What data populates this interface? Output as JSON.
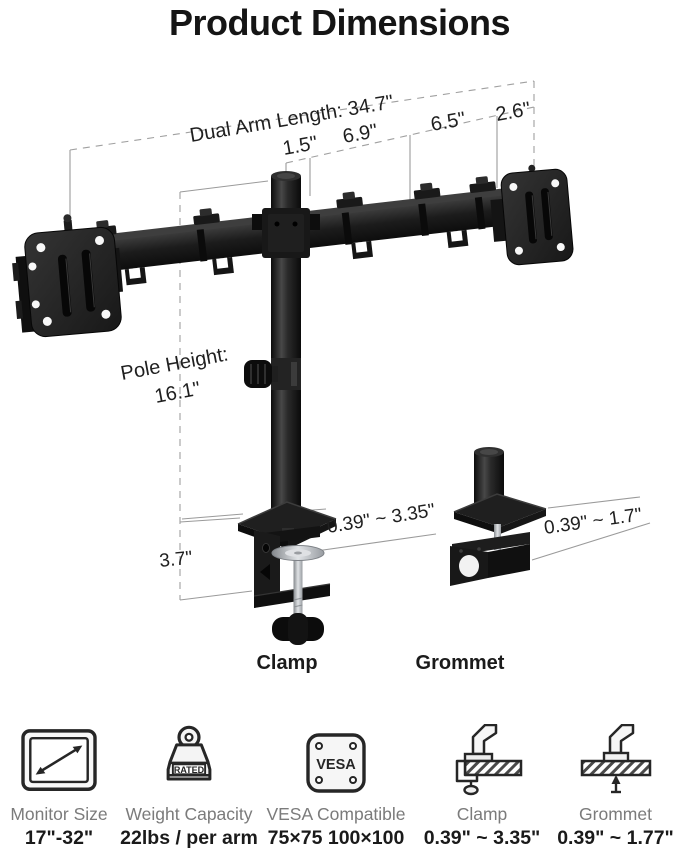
{
  "title": "Product Dimensions",
  "diagram": {
    "dual_arm_length_label": "Dual Arm Length: 34.7\"",
    "arm_segments": {
      "s1": "1.5\"",
      "s2": "6.9\"",
      "s3": "6.5\"",
      "s4": "2.6\""
    },
    "pole_height_label_line1": "Pole Height:",
    "pole_height_label_line2": "16.1\"",
    "clamp_depth_label": "3.7\"",
    "clamp_thickness_range": "0.39\" ~ 3.35\"",
    "grommet_thickness_range": "0.39\" ~ 1.7\"",
    "clamp_caption": "Clamp",
    "grommet_caption": "Grommet"
  },
  "features": [
    {
      "name": "monitor-size",
      "label": "Monitor Size",
      "value": "17\"-32\""
    },
    {
      "name": "weight-capacity",
      "label": "Weight Capacity",
      "value": "22lbs / per arm",
      "icon_text": "RATED"
    },
    {
      "name": "vesa-compatible",
      "label": "VESA Compatible",
      "value": "75×75 100×100",
      "icon_text": "VESA"
    },
    {
      "name": "clamp",
      "label": "Clamp",
      "value": "0.39\" ~ 3.35\""
    },
    {
      "name": "grommet",
      "label": "Grommet",
      "value": "0.39\" ~ 1.77\""
    }
  ],
  "colors": {
    "text_dark": "#1a1a1a",
    "text_gray": "#7b7b7b",
    "dimension_line": "#9a9a9a",
    "product_black": "#1b1b1b"
  }
}
